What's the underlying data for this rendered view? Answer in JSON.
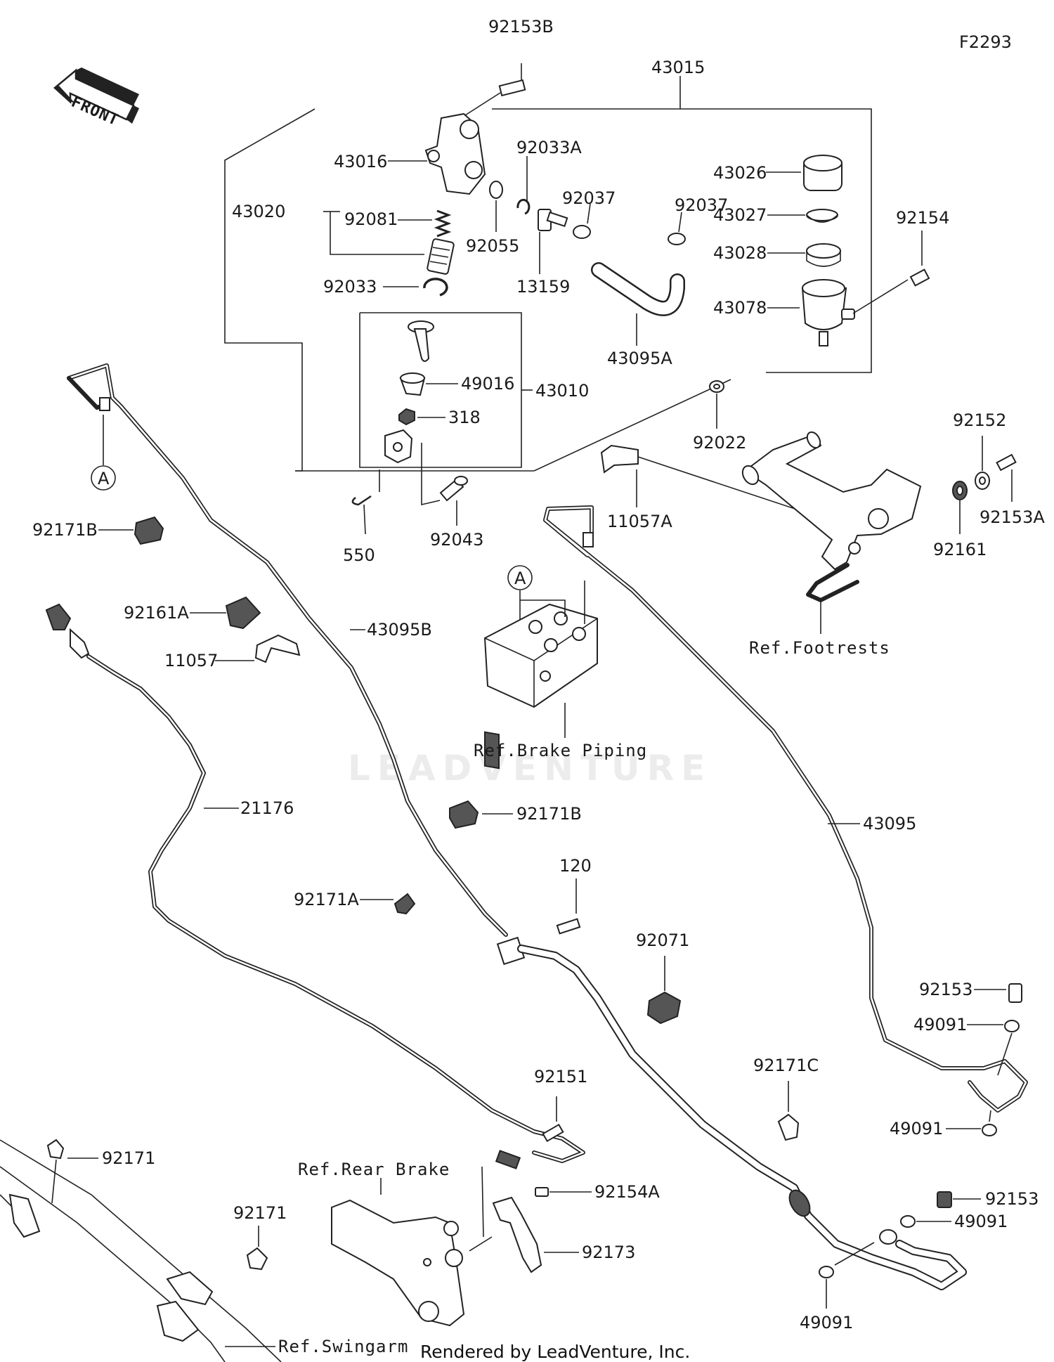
{
  "diagram_code": "F2293",
  "front_label": "FRONT",
  "callout_a": "A",
  "footer": "Rendered by LeadVenture, Inc.",
  "watermark": "LEADVENTURE",
  "labels": {
    "p92153B": "92153B",
    "p43015": "43015",
    "p43016": "43016",
    "p92033A": "92033A",
    "p43026": "43026",
    "p43027": "43027",
    "p43028": "43028",
    "p43078": "43078",
    "p92154": "92154",
    "p43020": "43020",
    "p92081": "92081",
    "p92055": "92055",
    "p92037a": "92037",
    "p92037b": "92037",
    "p92033": "92033",
    "p13159": "13159",
    "p43095A": "43095A",
    "p49016": "49016",
    "p43010": "43010",
    "p318": "318",
    "p92022": "92022",
    "p92152": "92152",
    "p92153A": "92153A",
    "p92161": "92161",
    "p11057A": "11057A",
    "p550": "550",
    "p92043": "92043",
    "p92171B_1": "92171B",
    "p92161A": "92161A",
    "p11057": "11057",
    "p43095B": "43095B",
    "refFootrests": "Ref.Footrests",
    "refBrakePiping": "Ref.Brake Piping",
    "p21176": "21176",
    "p92171B_2": "92171B",
    "p43095": "43095",
    "p120": "120",
    "p92171A": "92171A",
    "p92071": "92071",
    "p92153_1": "92153",
    "p49091_1": "49091",
    "p92171C": "92171C",
    "p49091_2": "49091",
    "p92151": "92151",
    "p92171_1": "92171",
    "refRearBrake": "Ref.Rear Brake",
    "p92154A": "92154A",
    "p92153_2": "92153",
    "p49091_3": "49091",
    "p92171_2": "92171",
    "p92173": "92173",
    "p49091_4": "49091",
    "refSwingarm": "Ref.Swingarm"
  }
}
